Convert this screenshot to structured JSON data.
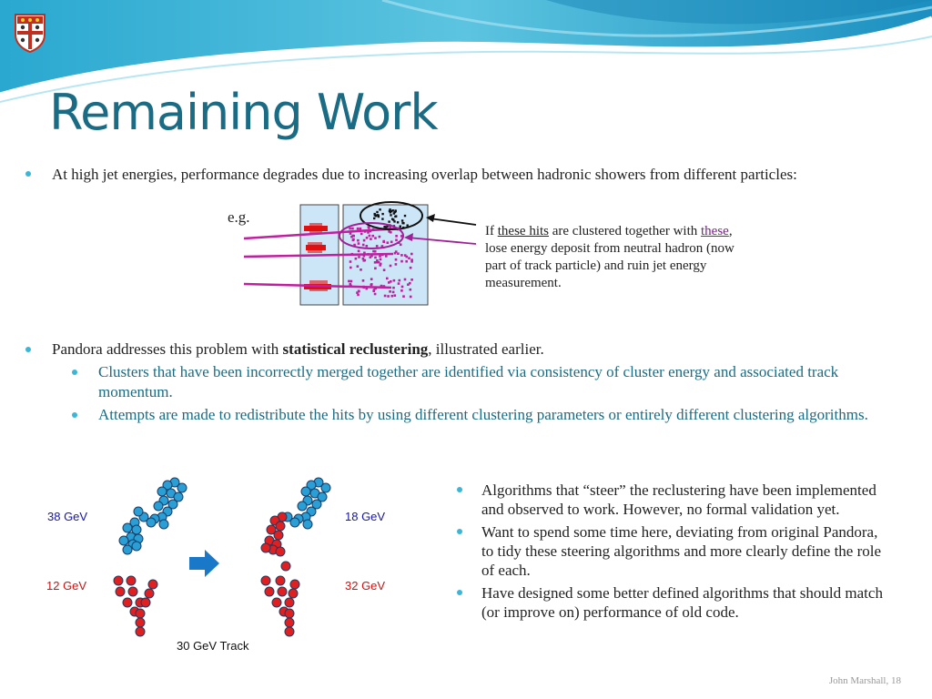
{
  "title": "Remaining Work",
  "bullet1": "At high jet energies, performance degrades due to increasing overlap between hadronic showers from different particles:",
  "eg_label": "e.g.",
  "annotation": {
    "part1": "If ",
    "these_hits": "these hits",
    "part2": " are clustered together with ",
    "these": "these",
    "part3": ", lose energy deposit from neutral hadron (now part of track particle) and ruin jet energy measurement."
  },
  "bullet2": {
    "prefix": "Pandora addresses this problem with ",
    "bold": "statistical reclustering",
    "suffix": ", illustrated earlier."
  },
  "sub_bullets": [
    "Clusters that have been incorrectly merged together are identified via consistency of cluster energy and associated track momentum.",
    "Attempts are made to redistribute the hits by using different clustering parameters or entirely different clustering algorithms."
  ],
  "cluster_labels": {
    "left_blue": "38 GeV",
    "left_red": "12 GeV",
    "right_blue": "18 GeV",
    "right_red": "32 GeV",
    "track": "30 GeV Track"
  },
  "right_bullets": [
    "Algorithms that “steer” the reclustering have been implemented and observed to work. However, no formal validation yet.",
    "Want to spend some time here, deviating from original Pandora, to tidy these steering algorithms and more clearly define the role of each.",
    "Have designed some better defined algorithms that should match (or improve on) performance of old code."
  ],
  "footer": "John Marshall, 18",
  "colors": {
    "title": "#1a6b84",
    "bullet_dot": "#3bb6d6",
    "sub_text": "#1a6b84",
    "blue_cluster": "#2a9fd6",
    "red_cluster": "#e02020",
    "arrow": "#1a78c8"
  }
}
